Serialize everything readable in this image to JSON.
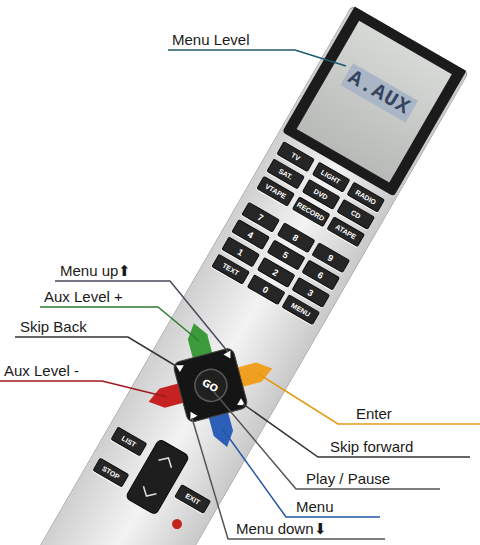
{
  "diagram": {
    "nodes": [
      {
        "text": [
          "A.AUX"
        ]
      },
      {
        "text": [
          "TV"
        ]
      },
      {
        "text": [
          "LIGHT"
        ]
      },
      {
        "text": [
          "RADIO"
        ]
      },
      {
        "text": [
          "SAT."
        ]
      },
      {
        "text": [
          "DVD"
        ]
      },
      {
        "text": [
          "CD"
        ]
      },
      {
        "text": [
          "VTAPE"
        ]
      },
      {
        "text": [
          "RECORD"
        ]
      },
      {
        "text": [
          "ATAPE"
        ]
      },
      {
        "text": [
          "7"
        ]
      },
      {
        "text": [
          "8"
        ]
      },
      {
        "text": [
          "9"
        ]
      },
      {
        "text": [
          "4"
        ]
      },
      {
        "text": [
          "5"
        ]
      },
      {
        "text": [
          "6"
        ]
      },
      {
        "text": [
          "1"
        ]
      },
      {
        "text": [
          "2"
        ]
      },
      {
        "text": [
          "3"
        ]
      },
      {
        "text": [
          "TEXT"
        ]
      },
      {
        "text": [
          "0"
        ]
      },
      {
        "text": [
          "MENU"
        ]
      },
      {
        "text": [
          "GO"
        ]
      },
      {
        "text": [
          "LIST"
        ]
      },
      {
        "text": [
          "EXIT"
        ]
      },
      {
        "text": [
          "STOP"
        ]
      }
    ],
    "labels": [
      "Menu Level",
      "Menu up⬆",
      "Aux Level +",
      "Skip Back",
      "Aux Level -",
      "Enter",
      "Skip forward",
      "Play / Pause",
      "Menu",
      "Menu down⬇"
    ]
  }
}
